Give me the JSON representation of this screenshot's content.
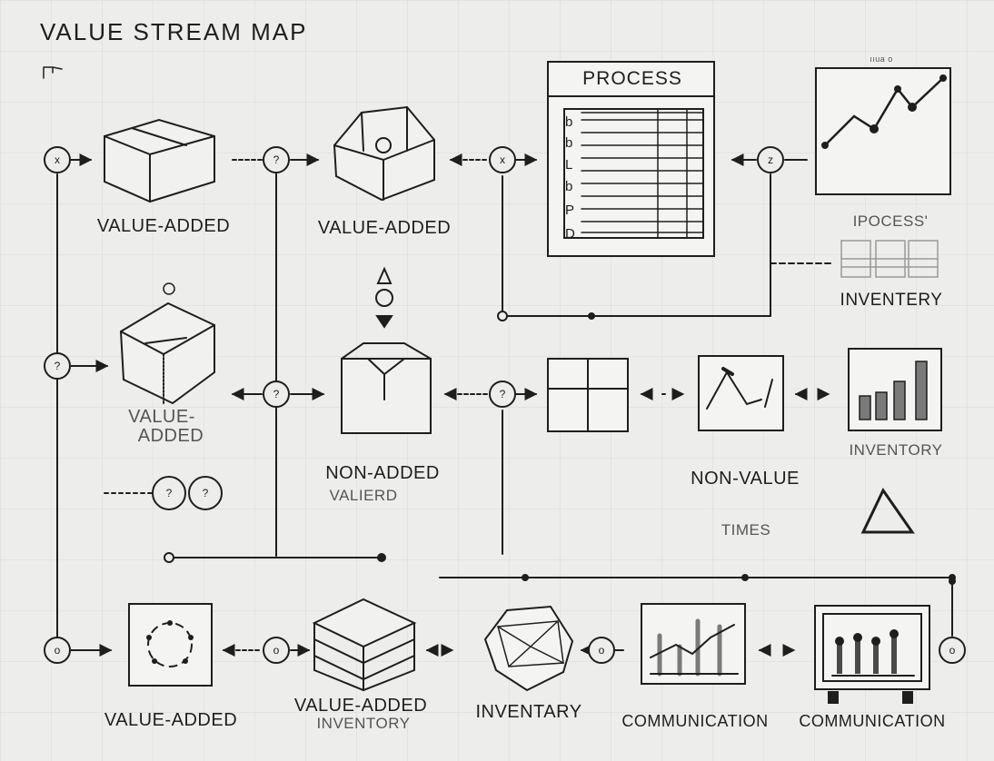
{
  "title": "VALUE STREAM MAP",
  "colors": {
    "background": "#ededec",
    "ink": "#1e1e1e",
    "fill": "#e9e9e7",
    "bar": "#7a7a7a"
  },
  "row1": {
    "box1_label": "VALUE-ADDED",
    "box2_label": "VALUE-ADDED",
    "process_title": "PROCESS",
    "process_rows": [
      "b",
      "b",
      "L",
      "b",
      "P",
      "D"
    ],
    "node_glyphs": [
      "x",
      "?",
      "x",
      "z"
    ],
    "top_note": "ııua o",
    "side_label": "IPOCESS'",
    "inventory_label": "INVENTERY"
  },
  "row2": {
    "box1_label_line1": "VALUE-",
    "box1_label_line2": "ADDED",
    "box2_label_line1": "NON-ADDED",
    "box2_label_line2": "VALIERD",
    "center_label": "NON-VALUE",
    "times_label": "TIMES",
    "inventory_label": "INVENTORY",
    "node_glyphs": [
      "?",
      "?",
      "?",
      "?",
      "?"
    ]
  },
  "row3": {
    "label1": "VALUE-ADDED",
    "label2_line1": "VALUE-ADDED",
    "label2_line2": "INVENTORY",
    "label3": "INVENTARY",
    "label4": "COMMUNICATION",
    "label5": "COMMUNICATION",
    "node_glyphs": [
      "o",
      "o",
      "o",
      "o"
    ]
  },
  "icons": [
    "box-icon",
    "hexagon-box-icon",
    "process-sheet-icon",
    "line-chart-icon",
    "inventory-boxes-icon",
    "open-box-icon",
    "split-box-icon",
    "window-icon",
    "zigzag-chart-icon",
    "bar-chart-icon",
    "triangle-icon",
    "circle-nodes-icon",
    "stacked-layers-icon",
    "shield-icon",
    "line-chart-board-icon",
    "bar-chart-board-icon"
  ]
}
